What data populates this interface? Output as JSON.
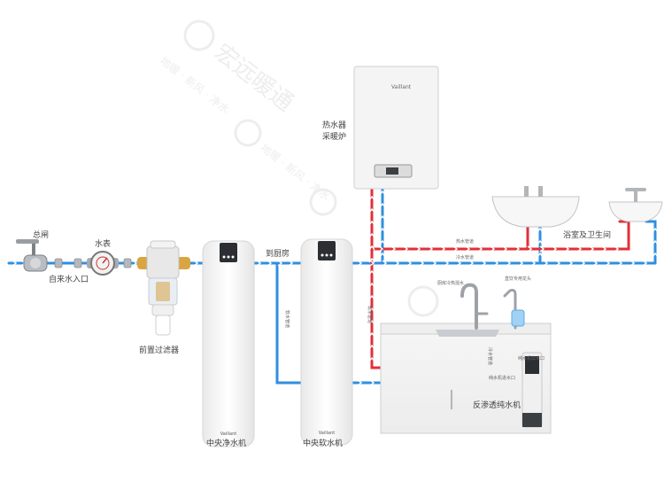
{
  "labels": {
    "main_valve": "总闸",
    "water_meter": "水表",
    "tap_inlet": "自来水入口",
    "pre_filter": "前置过滤器",
    "central_purifier": "中央净水机",
    "to_kitchen": "到厨房",
    "central_softener": "中央软水机",
    "boiler": "热水器\n采暖炉",
    "bath": "浴室及卫生间",
    "hot_pipe": "热水管道",
    "cold_pipe": "冷水管道",
    "soft_pipe_v": "软水管道",
    "soft_pipe_v2": "软水管道",
    "kitchen_faucet": "厨房冷热混水",
    "pure_faucet": "直饮专用龙头",
    "ro_out": "纯水机出水口",
    "ro_in": "纯水机进水口",
    "ro_in_v": "冷水管道",
    "ro": "反渗透纯水机"
  },
  "brand": {
    "product_logo": "Vaillant"
  },
  "watermark": {
    "text": "宏远暖通",
    "sub": "地暖 · 新风 · 净水"
  },
  "colors": {
    "hot": "#e0303a",
    "cold": "#2f8fe0",
    "label": "#444444",
    "appliance": "#f4f4f4"
  }
}
